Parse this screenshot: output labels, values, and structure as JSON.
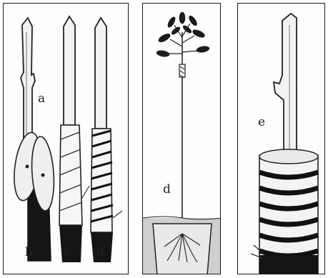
{
  "labels": {
    "a": "a",
    "b": "b",
    "c": "c",
    "d1": "d",
    "d2": "d",
    "e": "e"
  },
  "colors": {
    "frame": "#1a1a1a",
    "ink": "#222222",
    "stock": "#151515",
    "soil": "#cfcfcf"
  }
}
